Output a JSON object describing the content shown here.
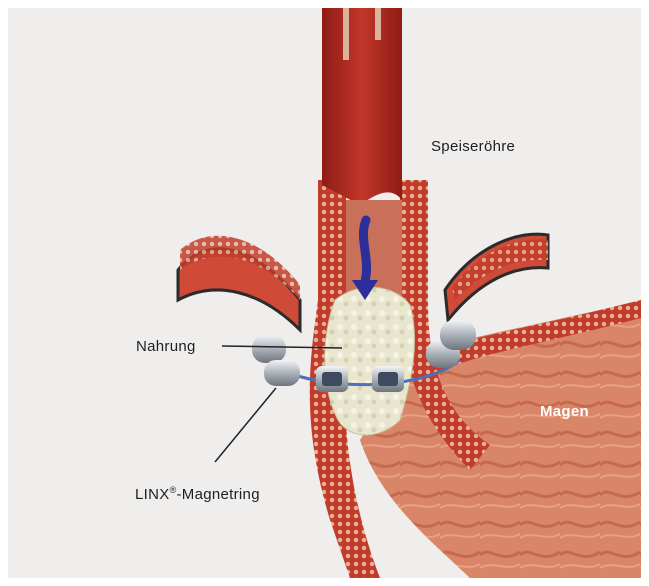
{
  "labels": {
    "esophagus": "Speiseröhre",
    "food": "Nahrung",
    "stomach": "Magen",
    "device_name": "LINX",
    "device_mark": "®",
    "device_suffix": "-Magnetring"
  },
  "colors": {
    "background": "#efeeed",
    "lumen": "#a8261c",
    "tissue": "#c9705a",
    "muscle": "#b83c2e",
    "stomach_interior": "#d98568",
    "food": "#e9e6cf",
    "magnet": "#aeb4bb",
    "arrow": "#2c2f9a",
    "leader_line": "#222222"
  }
}
